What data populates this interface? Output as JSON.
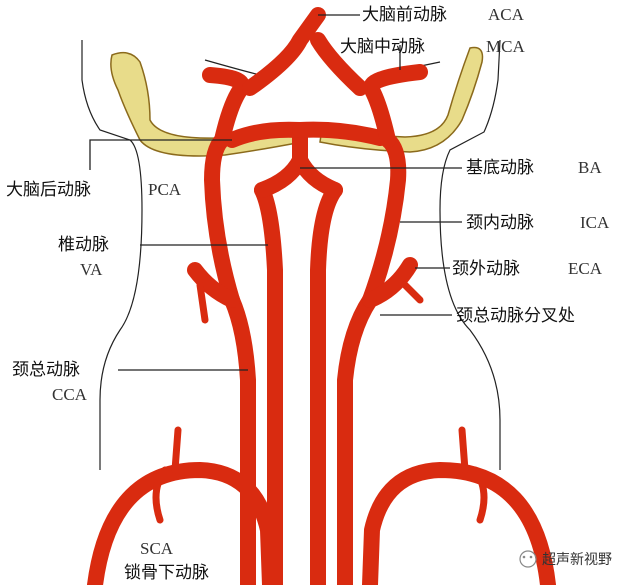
{
  "labels": {
    "aca": {
      "cn": "大脑前动脉",
      "en": "ACA"
    },
    "mca": {
      "cn": "大脑中动脉",
      "en": "MCA"
    },
    "pca": {
      "cn": "大脑后动脉",
      "en": "PCA"
    },
    "ba": {
      "cn": "基底动脉",
      "en": "BA"
    },
    "ica": {
      "cn": "颈内动脉",
      "en": "ICA"
    },
    "va": {
      "cn": "椎动脉",
      "en": "VA"
    },
    "eca": {
      "cn": "颈外动脉",
      "en": "ECA"
    },
    "bifurcation": {
      "cn": "颈总动脉分叉处"
    },
    "cca": {
      "cn": "颈总动脉",
      "en": "CCA"
    },
    "sca": {
      "cn": "锁骨下动脉",
      "en": "SCA"
    }
  },
  "watermark": {
    "text": "超声新视野"
  },
  "colors": {
    "artery": "#d92b10",
    "artery_dark": "#a31a07",
    "artery_light": "#f06a3c",
    "sinus_fill": "#e8dc8a",
    "sinus_stroke": "#8b6a1c"
  }
}
